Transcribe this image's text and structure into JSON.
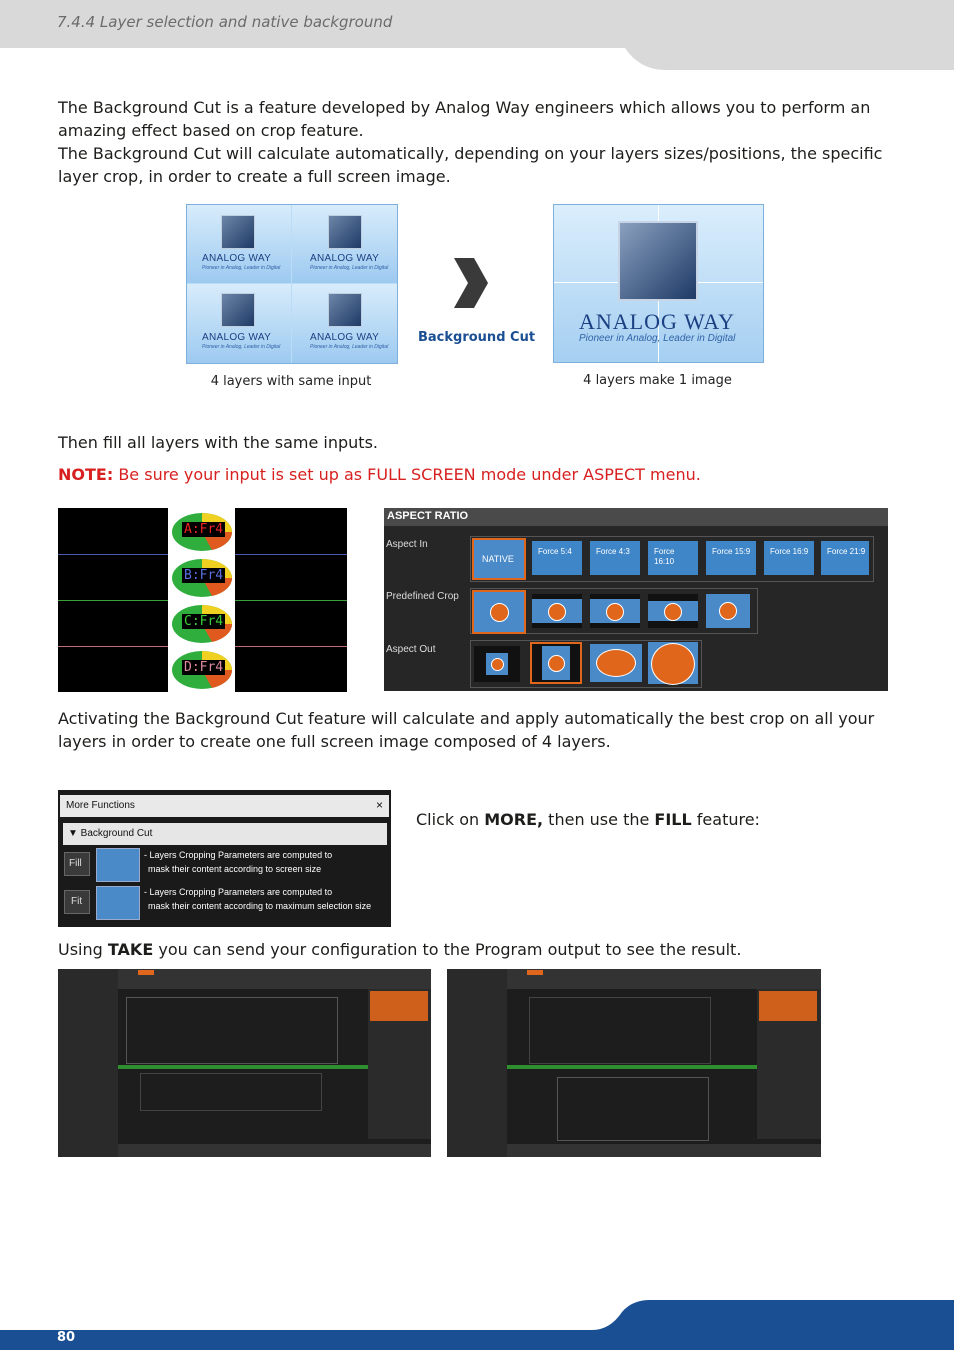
{
  "header": {
    "title": "7.4.4 Layer selection and native background"
  },
  "intro": {
    "line1": "The Background Cut is a feature developed by Analog Way engineers which allows you to perform an amazing effect based on crop feature.",
    "line2": "The Background Cut will calculate automatically, depending on your layers sizes/positions, the specific layer crop, in order to create a full screen image."
  },
  "figure1": {
    "brand_small": "ANALOG WAY",
    "tagline_small": "Pioneer in Analog, Leader in Digital",
    "arrow_label": "Background Cut",
    "brand_large": "ANALOG WAY",
    "tagline_large": "Pioneer in Analog, Leader in Digital",
    "caption_left": "4 layers with same input",
    "caption_right": "4 layers make 1 image"
  },
  "fill_text": "Then fill all layers with the same inputs.",
  "note": {
    "label": "NOTE:",
    "text": " Be sure your input is set up as FULL SCREEN mode under ASPECT menu."
  },
  "layers": [
    "A:Fr4",
    "B:Fr4",
    "C:Fr4",
    "D:Fr4"
  ],
  "aspect": {
    "title": "ASPECT RATIO",
    "aspect_in_label": "Aspect In",
    "aspect_in_options": [
      "NATIVE",
      "Force 5:4",
      "Force 4:3",
      "Force 16:10",
      "Force 15:9",
      "Force 16:9",
      "Force 21:9"
    ],
    "predefined_crop_label": "Predefined Crop",
    "aspect_out_label": "Aspect Out"
  },
  "activating_text": "Activating the Background Cut feature will calculate and apply automatically the best crop on all your layers in order to create one full screen image composed of 4 layers.",
  "more_functions": {
    "title": "More Functions",
    "close": "×",
    "section": "▼ Background Cut",
    "fill_label": "Fill",
    "fill_desc1": "- Layers Cropping Parameters are computed to",
    "fill_desc2": "mask their content according to screen size",
    "fit_label": "Fit",
    "fit_desc1": "- Layers Cropping Parameters are computed to",
    "fit_desc2": "mask their content according to maximum selection size"
  },
  "click_text": {
    "pre": "Click on ",
    "more": "MORE,",
    "mid": " then use the ",
    "fill": "FILL",
    "post": " feature:"
  },
  "take_text": {
    "pre": "Using ",
    "take": "TAKE",
    "post": " you can send your configuration to the Program output to see the result."
  },
  "footer": {
    "page": "80"
  },
  "colors": {
    "header_gray": "#d9d9d9",
    "footer_blue": "#1b4f93",
    "note_red": "#d7201f",
    "accent_orange": "#e0661b"
  }
}
